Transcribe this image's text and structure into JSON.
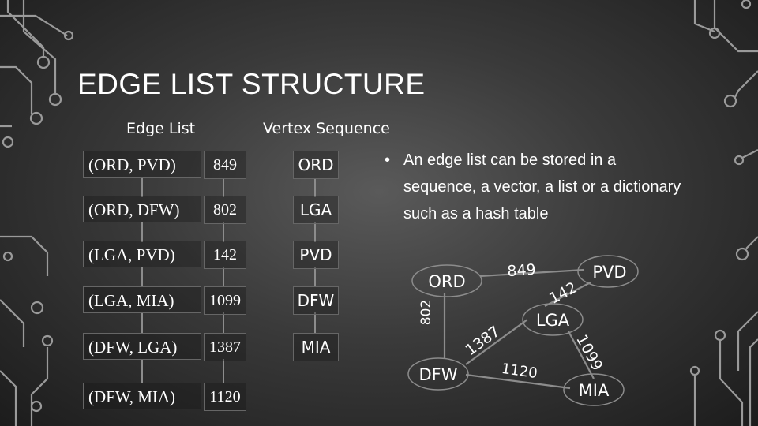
{
  "title": "EDGE LIST STRUCTURE",
  "headers": {
    "edge_list": "Edge List",
    "vertex_sequence": "Vertex Sequence"
  },
  "edges": [
    {
      "pair": "(ORD, PVD)",
      "weight": "849"
    },
    {
      "pair": "(ORD, DFW)",
      "weight": "802"
    },
    {
      "pair": "(LGA, PVD)",
      "weight": "142"
    },
    {
      "pair": "(LGA, MIA)",
      "weight": "1099"
    },
    {
      "pair": "(DFW, LGA)",
      "weight": "1387"
    },
    {
      "pair": "(DFW, MIA)",
      "weight": "1120"
    }
  ],
  "vertices": [
    "ORD",
    "LGA",
    "PVD",
    "DFW",
    "MIA"
  ],
  "bullet": {
    "symbol": "•",
    "text": "An edge list can be stored in a sequence, a vector, a list or a dictionary such as a hash table"
  },
  "graph": {
    "nodes": [
      "ORD",
      "PVD",
      "LGA",
      "DFW",
      "MIA"
    ],
    "edge_labels": [
      "849",
      "142",
      "802",
      "1387",
      "1099",
      "1120"
    ]
  },
  "colors": {
    "line": "#8c8c8c",
    "text": "#ffffff"
  }
}
